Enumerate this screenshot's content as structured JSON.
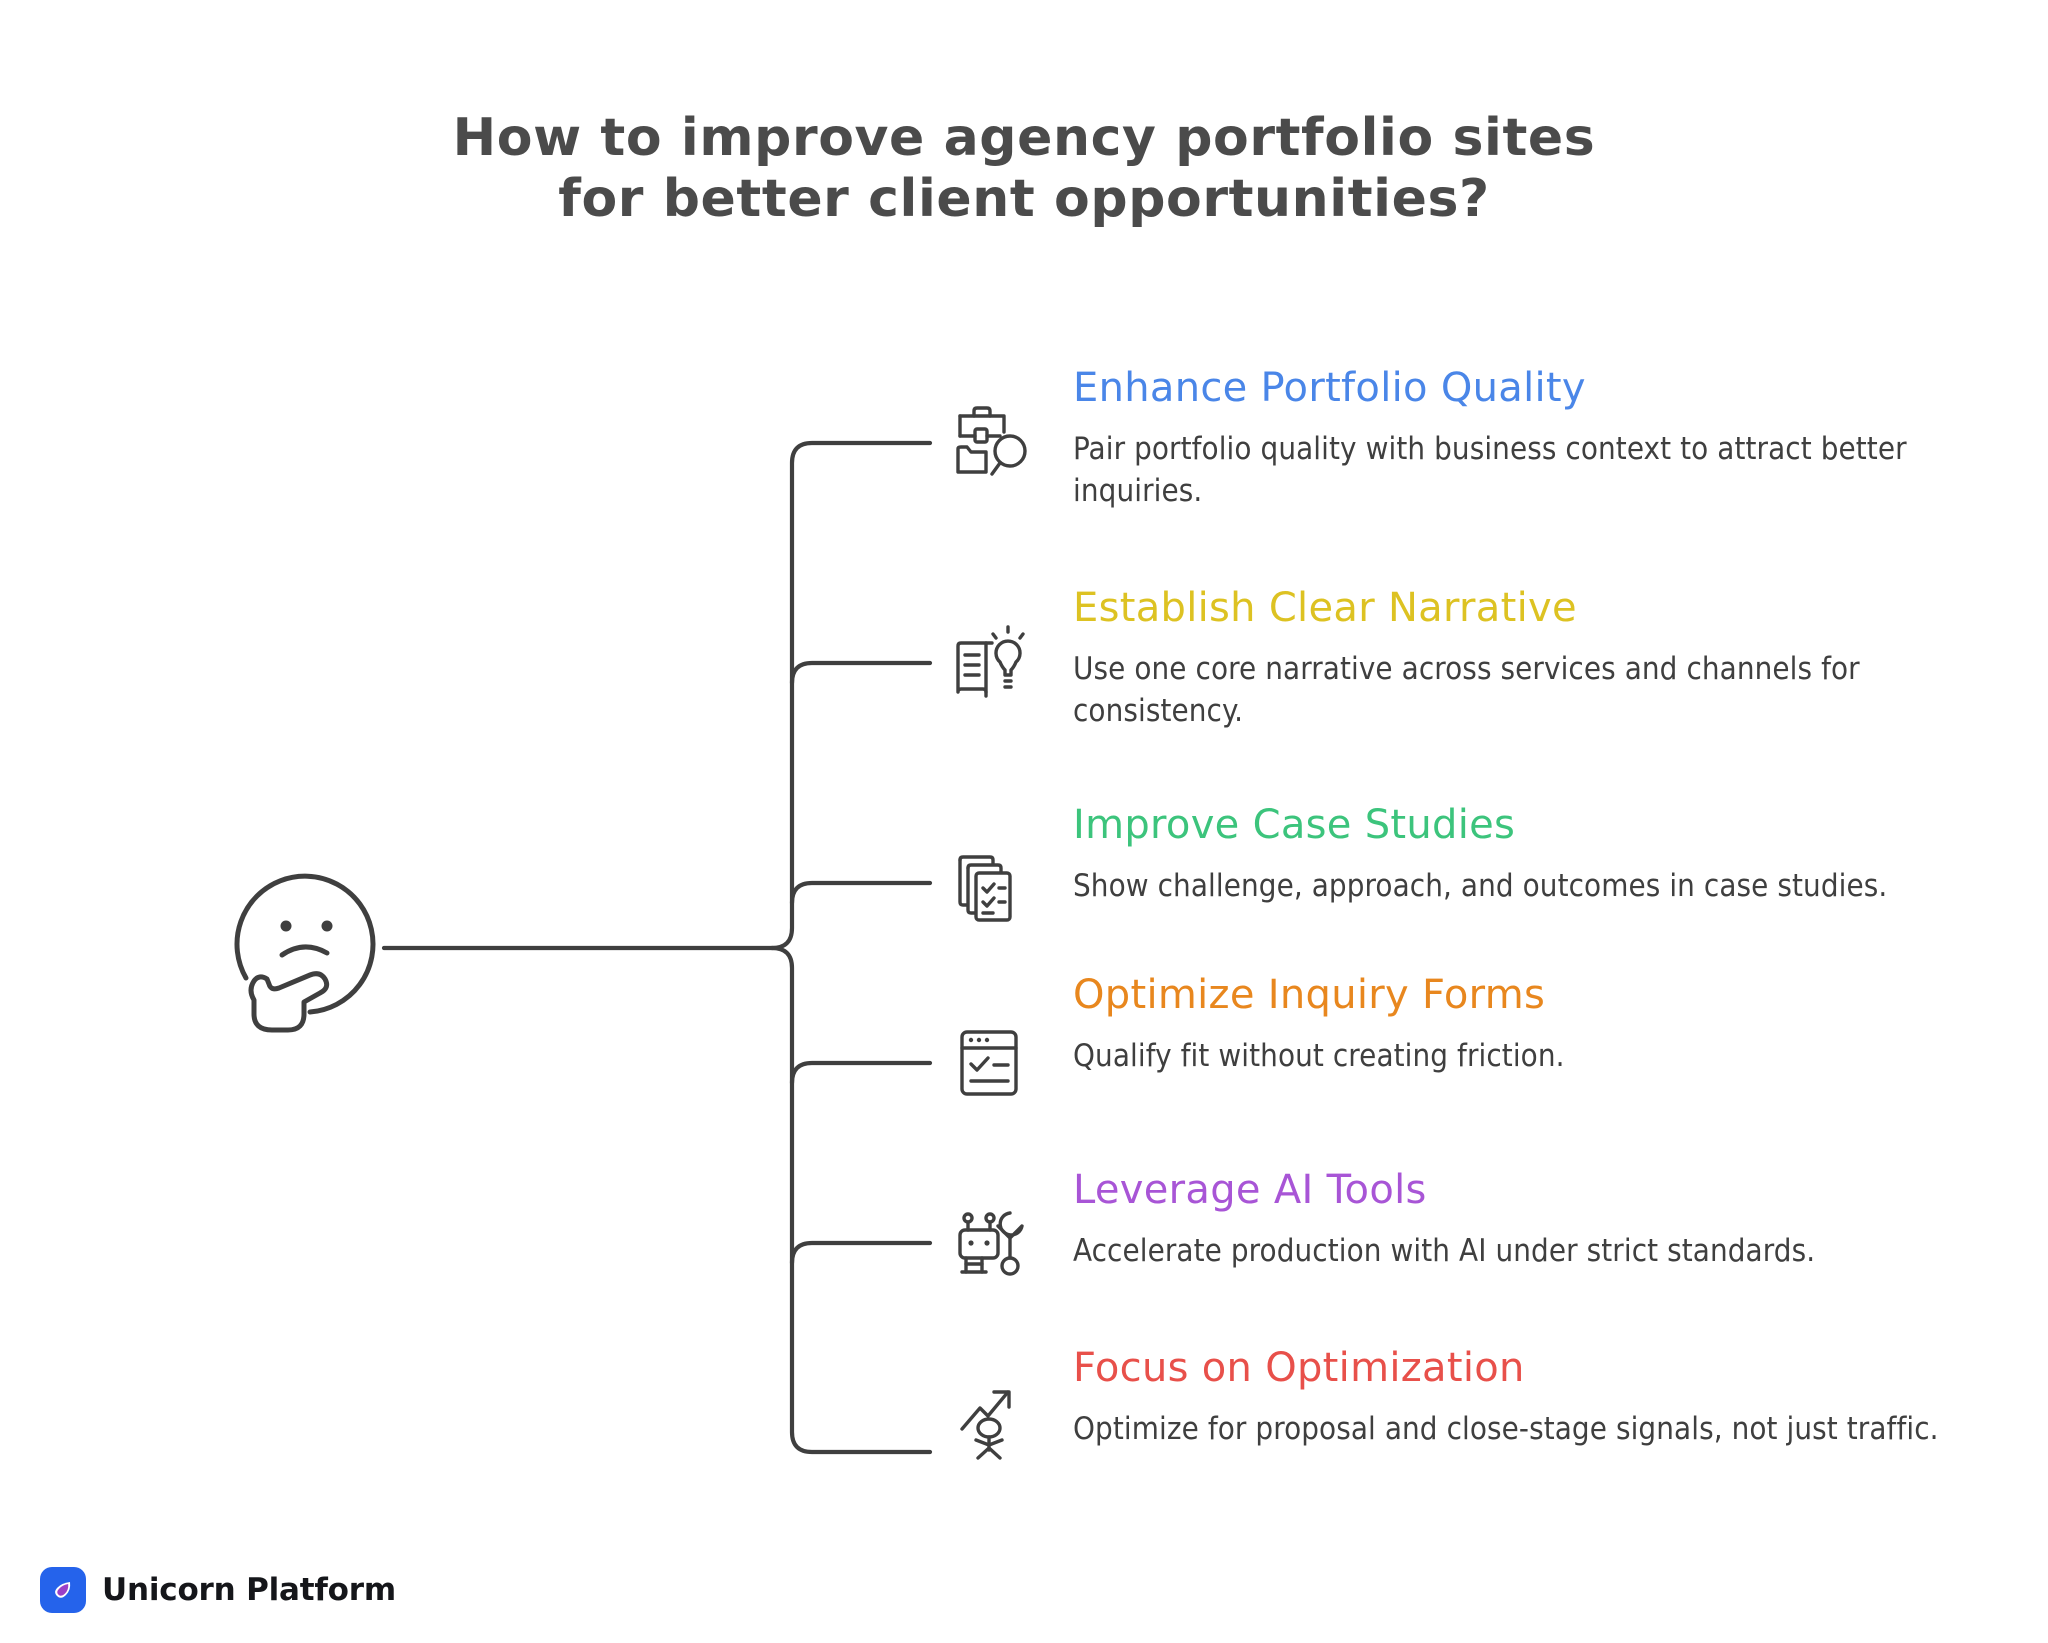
{
  "title": {
    "line1": "How to improve agency portfolio sites",
    "line2": "for better client opportunities?",
    "color": "#4b4b4b"
  },
  "center": {
    "icon": "thinking-face-icon",
    "stroke": "#3f3f3f"
  },
  "connector": {
    "color": "#3f3f3f",
    "width": 4
  },
  "branches": [
    {
      "heading": "Enhance Portfolio Quality",
      "description": "Pair portfolio quality with business context to attract better inquiries.",
      "color": "#4a86e8",
      "icon": "briefcase-folder-search-icon"
    },
    {
      "heading": "Establish Clear Narrative",
      "description": "Use one core narrative across services and channels for consistency.",
      "color": "#ddc222",
      "icon": "open-book-lightbulb-icon"
    },
    {
      "heading": "Improve Case Studies",
      "description": "Show challenge, approach, and outcomes in case studies.",
      "color": "#3cc47c",
      "icon": "stacked-checklist-documents-icon"
    },
    {
      "heading": "Optimize Inquiry Forms",
      "description": "Qualify fit without creating friction.",
      "color": "#e8871e",
      "icon": "browser-form-checklist-icon"
    },
    {
      "heading": "Leverage AI Tools",
      "description": "Accelerate production with AI under strict standards.",
      "color": "#a855d6",
      "icon": "robot-wrench-icon"
    },
    {
      "heading": "Focus on Optimization",
      "description": "Optimize for proposal and close-stage signals, not just traffic.",
      "color": "#e8504a",
      "icon": "person-growth-arrow-icon"
    }
  ],
  "brand": {
    "name": "Unicorn Platform",
    "mark_background": "#2563eb",
    "mark_icon": "unicorn-droplet-logo"
  }
}
